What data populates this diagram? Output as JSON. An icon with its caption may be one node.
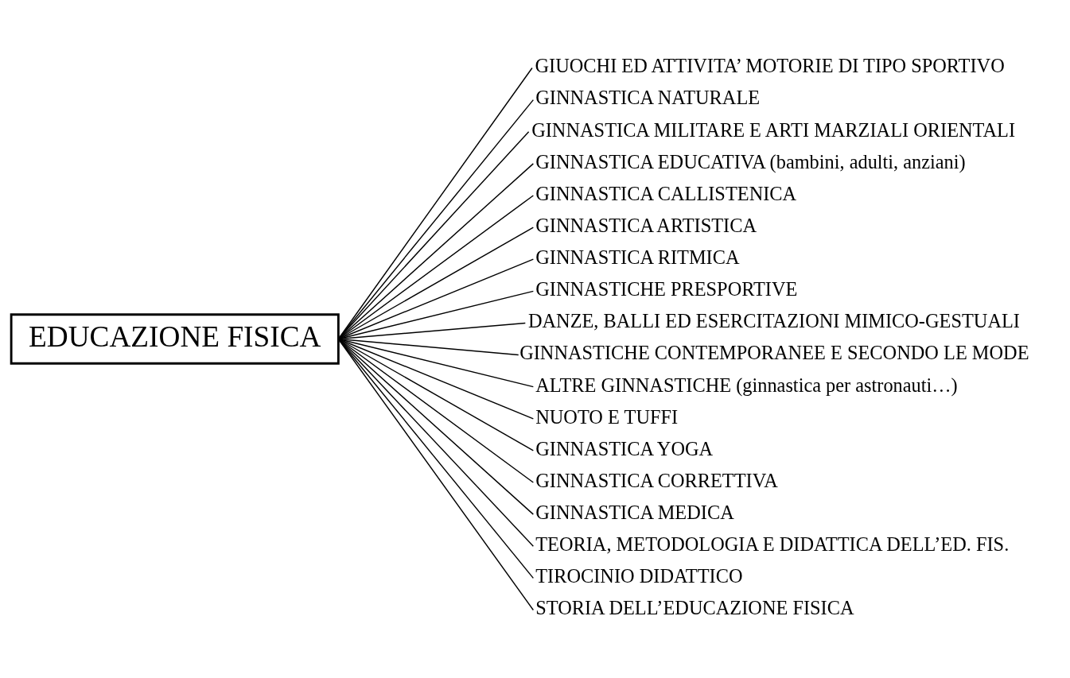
{
  "diagram": {
    "nodes": [
      {
        "text": [
          "EDUCAZIONE FISICA"
        ]
      },
      {
        "text": [
          "GIUOCHI ED ATTIVITA’ MOTORIE DI TIPO SPORTIVO"
        ]
      },
      {
        "text": [
          "GINNASTICA NATURALE"
        ]
      },
      {
        "text": [
          "GINNASTICA MILITARE E ARTI MARZIALI ORIENTALI"
        ]
      },
      {
        "text": [
          "GINNASTICA EDUCATIVA (bambini, adulti, anziani)"
        ]
      },
      {
        "text": [
          "GINNASTICA CALLISTENICA"
        ]
      },
      {
        "text": [
          "GINNASTICA ARTISTICA"
        ]
      },
      {
        "text": [
          "GINNASTICA RITMICA"
        ]
      },
      {
        "text": [
          "GINNASTICHE PRESPORTIVE"
        ]
      },
      {
        "text": [
          "DANZE, BALLI ED ESERCITAZIONI MIMICO-GESTUALI"
        ]
      },
      {
        "text": [
          "GINNASTICHE CONTEMPORANEE E SECONDO LE MODE"
        ]
      },
      {
        "text": [
          "ALTRE GINNASTICHE (ginnastica per astronauti…)"
        ]
      },
      {
        "text": [
          "NUOTO E TUFFI"
        ]
      },
      {
        "text": [
          "GINNASTICA YOGA"
        ]
      },
      {
        "text": [
          "GINNASTICA CORRETTIVA"
        ]
      },
      {
        "text": [
          "GINNASTICA MEDICA"
        ]
      },
      {
        "text": [
          "TEORIA, METODOLOGIA E DIDATTICA DELL’ED. FIS."
        ]
      },
      {
        "text": [
          "TIROCINIO DIDATTICO"
        ]
      },
      {
        "text": [
          "STORIA DELL’EDUCAZIONE FISICA"
        ]
      }
    ],
    "edges": [
      {
        "from": 0,
        "to": 1,
        "arrow": "none"
      },
      {
        "from": 0,
        "to": 2,
        "arrow": "none"
      },
      {
        "from": 0,
        "to": 3,
        "arrow": "none"
      },
      {
        "from": 0,
        "to": 4,
        "arrow": "none"
      },
      {
        "from": 0,
        "to": 5,
        "arrow": "none"
      },
      {
        "from": 0,
        "to": 6,
        "arrow": "none"
      },
      {
        "from": 0,
        "to": 7,
        "arrow": "none"
      },
      {
        "from": 0,
        "to": 8,
        "arrow": "none"
      },
      {
        "from": 0,
        "to": 9,
        "arrow": "none"
      },
      {
        "from": 0,
        "to": 10,
        "arrow": "none"
      },
      {
        "from": 0,
        "to": 11,
        "arrow": "none"
      },
      {
        "from": 0,
        "to": 12,
        "arrow": "none"
      },
      {
        "from": 0,
        "to": 13,
        "arrow": "none"
      },
      {
        "from": 0,
        "to": 14,
        "arrow": "none"
      },
      {
        "from": 0,
        "to": 15,
        "arrow": "none"
      },
      {
        "from": 0,
        "to": 16,
        "arrow": "none"
      },
      {
        "from": 0,
        "to": 17,
        "arrow": "none"
      },
      {
        "from": 0,
        "to": 18,
        "arrow": "none"
      }
    ]
  }
}
